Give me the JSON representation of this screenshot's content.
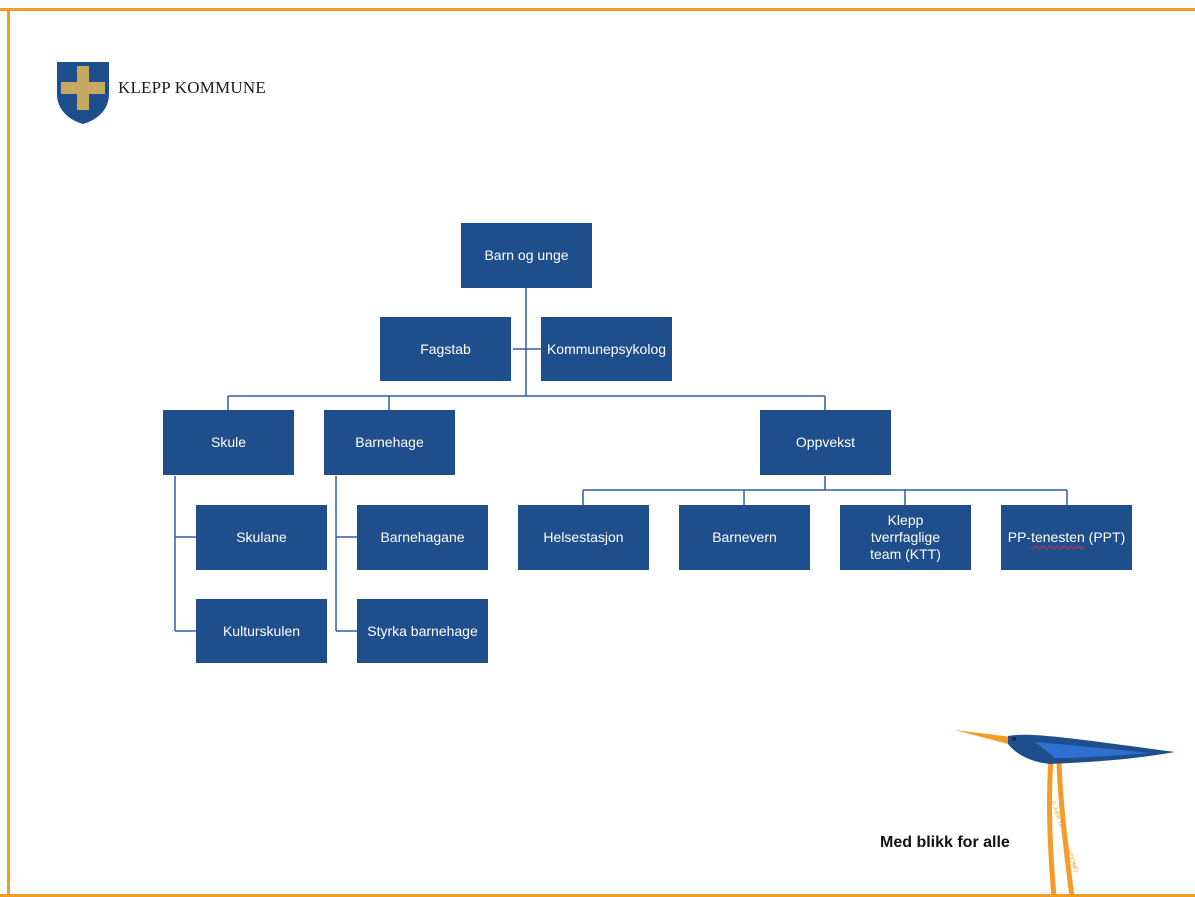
{
  "brand": {
    "name": "KLEPP KOMMUNE",
    "colors": {
      "frame": "#f39c28",
      "box": "#1f4e8c",
      "connector": "#2e5ea8",
      "shield_blue": "#1f4e8c",
      "shield_cross": "#c9a962"
    }
  },
  "org_chart": {
    "root": "Barn og unge",
    "staff": [
      "Fagstab",
      "Kommunepsykolog"
    ],
    "departments": {
      "skule": {
        "label": "Skule",
        "children": [
          "Skulane",
          "Kulturskulen"
        ]
      },
      "barnehage": {
        "label": "Barnehage",
        "children": [
          "Barnehagane",
          "Styrka barnehage"
        ]
      },
      "oppvekst": {
        "label": "Oppvekst",
        "children": [
          "Helsestasjon",
          "Barnevern",
          "Klepp tverrfaglige team (KTT)"
        ],
        "ppt": {
          "prefix": "PP-",
          "misspelled": "tenesten",
          "suffix": " (PPT)"
        }
      }
    }
  },
  "footer": {
    "slogan": "Med blikk for alle",
    "copyright": "© John Th. Justesen/DOMO"
  },
  "icons": {
    "logo": "shield-cross-icon",
    "mascot": "stork-illustration"
  }
}
